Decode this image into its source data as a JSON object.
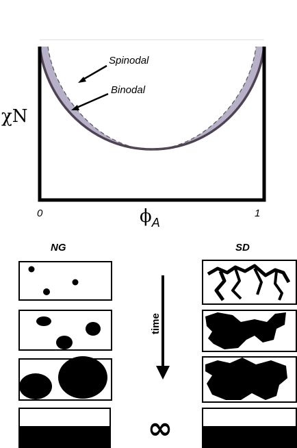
{
  "phase_diagram": {
    "y_label": "χN",
    "x_label_symbol": "ϕ",
    "x_label_subscript": "A",
    "x_min_label": "0",
    "x_max_label": "1",
    "annotations": [
      "Spinodal",
      "Binodal"
    ]
  },
  "columns": {
    "left_title": "NG",
    "right_title": "SD"
  },
  "arrow": {
    "label": "time"
  },
  "infinity_symbol": "∞",
  "colors": {
    "two_phase_fill": "#b7b0c9",
    "binodal_stroke": "#4f4351",
    "ink": "#000000"
  }
}
